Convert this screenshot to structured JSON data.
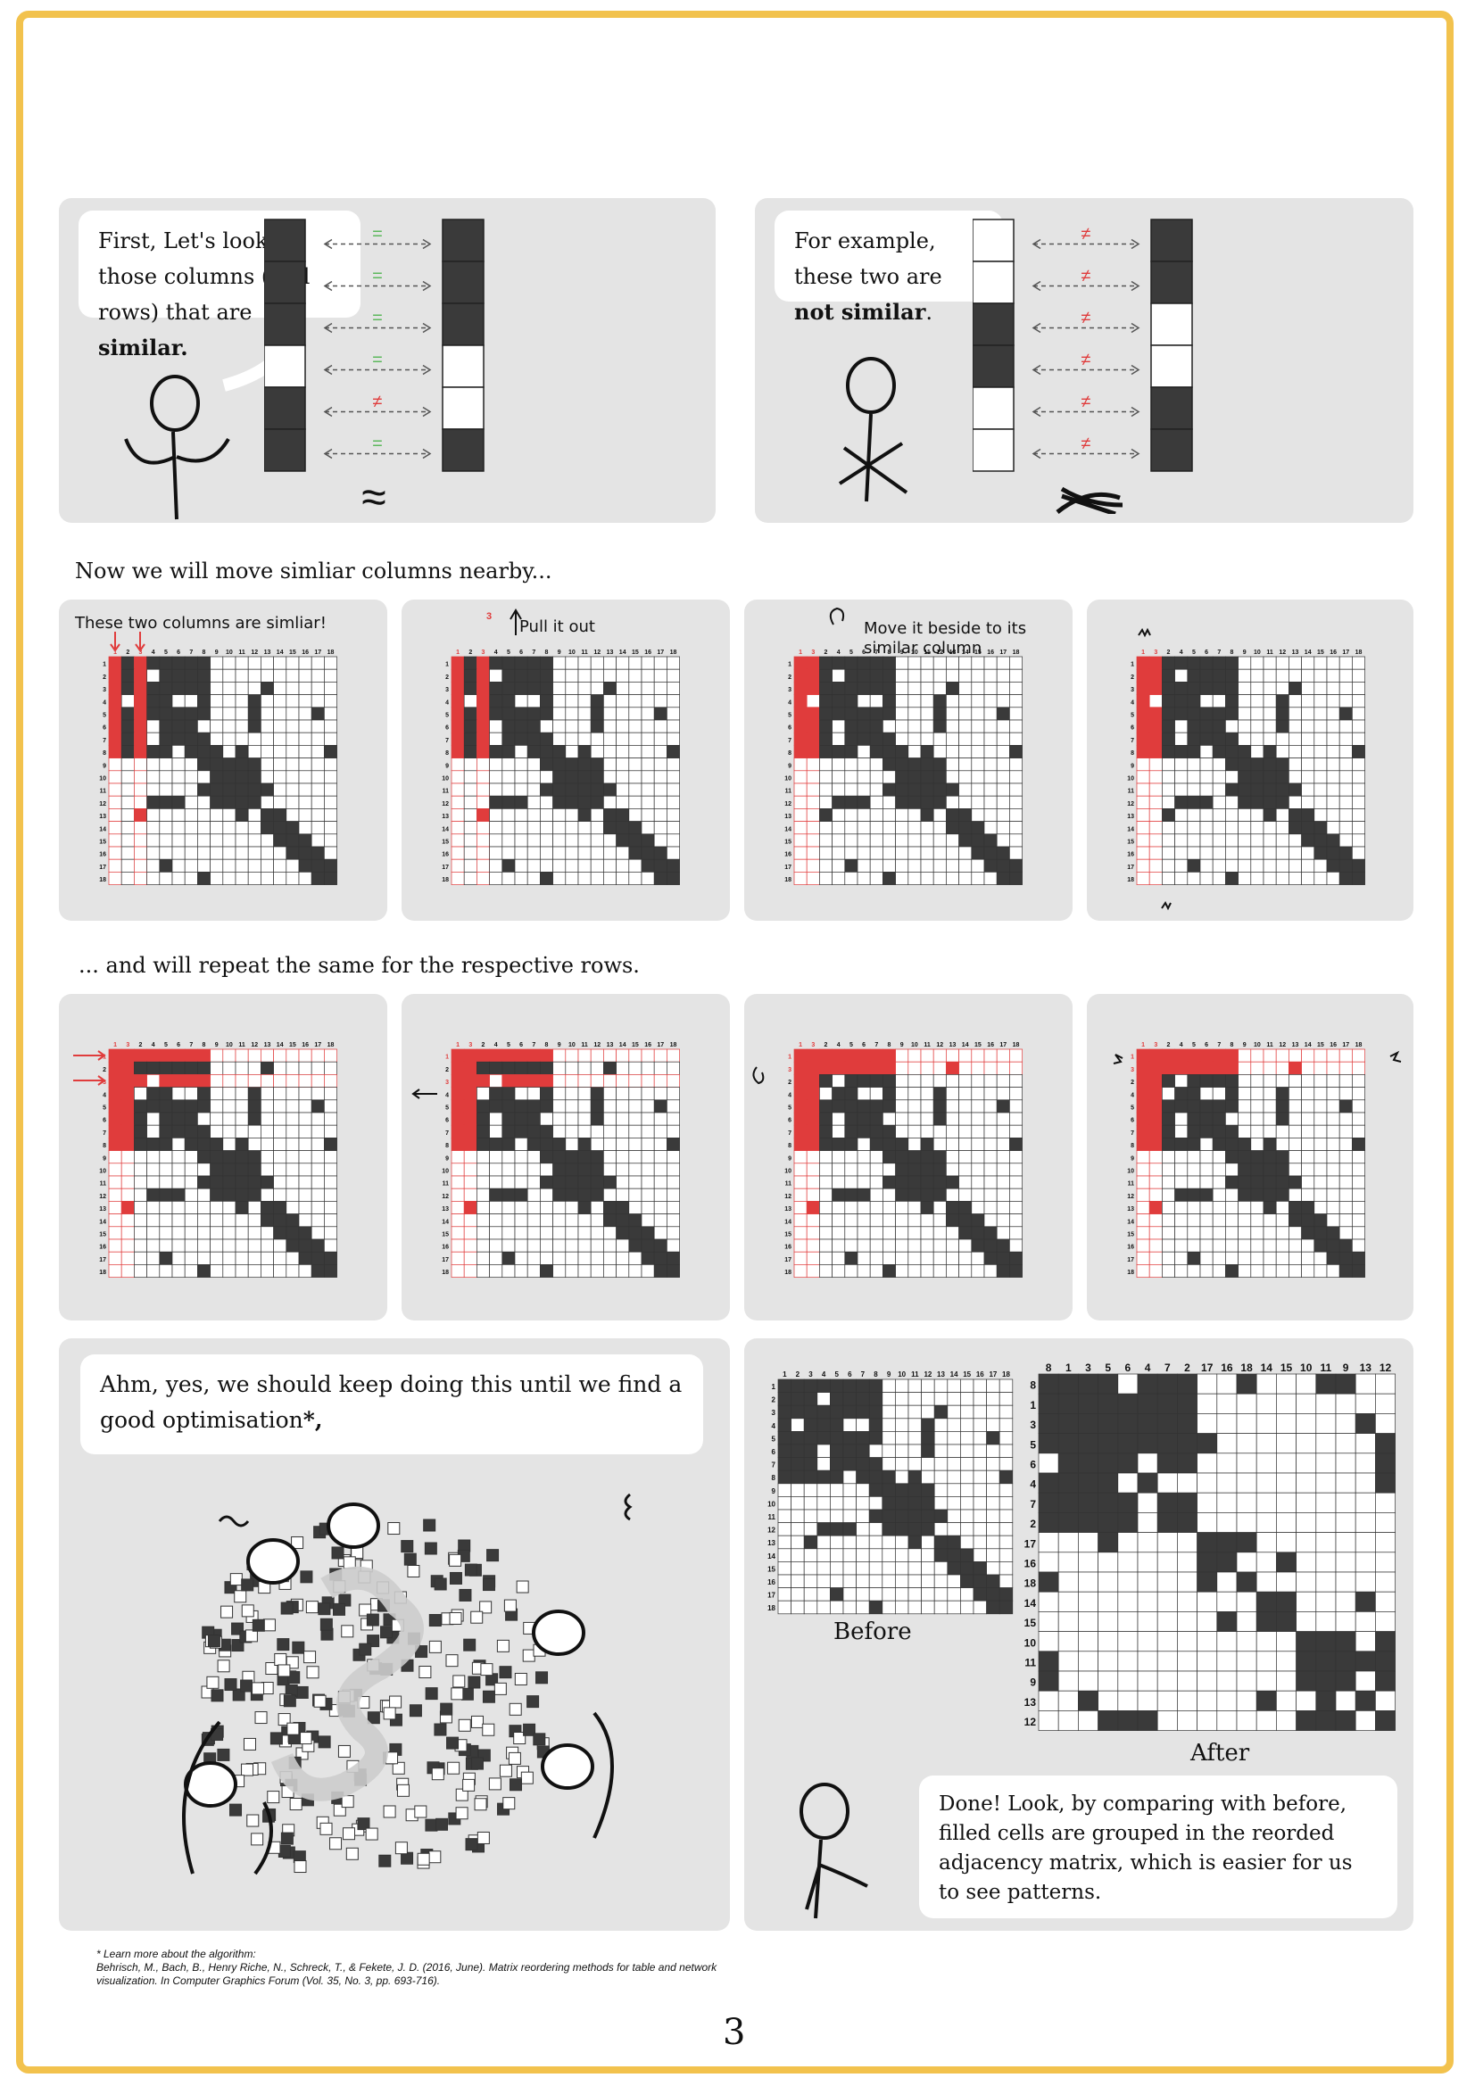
{
  "panel1": {
    "text_a": "First, Let's look at those columns (and rows) that are ",
    "text_b": "similar.",
    "equal": "=",
    "notequal": "≠",
    "approx": "≈"
  },
  "panel2": {
    "text_a": "For example, these two are ",
    "text_b": "not similar",
    "text_c": "."
  },
  "section1_caption": "Now we will move simliar columns nearby...",
  "section2_caption": "... and will repeat the same for the respective rows.",
  "step_captions": {
    "similar": "These two columns are simliar!",
    "pull": "Pull it out",
    "move": "Move it beside to its similar column"
  },
  "matrix": {
    "labels": [
      "1",
      "2",
      "3",
      "4",
      "5",
      "6",
      "7",
      "8",
      "9",
      "10",
      "11",
      "12",
      "13",
      "14",
      "15",
      "16",
      "17",
      "18"
    ],
    "reordered_labels": [
      "1",
      "3",
      "2",
      "4",
      "5",
      "6",
      "7",
      "8",
      "9",
      "10",
      "11",
      "12",
      "13",
      "14",
      "15",
      "16",
      "17",
      "18"
    ],
    "after_labels": [
      "8",
      "1",
      "3",
      "5",
      "6",
      "4",
      "7",
      "2",
      "17",
      "16",
      "18",
      "14",
      "15",
      "10",
      "11",
      "9",
      "13",
      "12"
    ],
    "filled": [
      [
        0,
        0
      ],
      [
        0,
        2
      ],
      [
        0,
        3
      ],
      [
        0,
        4
      ],
      [
        0,
        5
      ],
      [
        0,
        6
      ],
      [
        1,
        0
      ],
      [
        1,
        1
      ],
      [
        1,
        2
      ],
      [
        1,
        5
      ],
      [
        1,
        6
      ],
      [
        2,
        0
      ],
      [
        2,
        1
      ],
      [
        2,
        2
      ],
      [
        2,
        4
      ],
      [
        2,
        6
      ],
      [
        2,
        12
      ],
      [
        3,
        0
      ],
      [
        3,
        2
      ],
      [
        3,
        3
      ],
      [
        3,
        4
      ],
      [
        3,
        7
      ],
      [
        4,
        0
      ],
      [
        4,
        1
      ],
      [
        4,
        3
      ],
      [
        4,
        4
      ],
      [
        4,
        5
      ],
      [
        4,
        11
      ],
      [
        4,
        16
      ],
      [
        5,
        0
      ],
      [
        5,
        2
      ],
      [
        5,
        4
      ],
      [
        5,
        5
      ],
      [
        5,
        6
      ],
      [
        5,
        11
      ],
      [
        6,
        0
      ],
      [
        6,
        1
      ],
      [
        6,
        4
      ],
      [
        6,
        5
      ],
      [
        6,
        6
      ],
      [
        6,
        7
      ],
      [
        7,
        0
      ],
      [
        7,
        1
      ],
      [
        7,
        2
      ],
      [
        7,
        3
      ],
      [
        7,
        4
      ],
      [
        7,
        6
      ],
      [
        7,
        7
      ],
      [
        7,
        8
      ],
      [
        7,
        17
      ],
      [
        8,
        8
      ],
      [
        8,
        9
      ],
      [
        8,
        10
      ],
      [
        9,
        8
      ],
      [
        9,
        9
      ],
      [
        9,
        10
      ],
      [
        9,
        11
      ],
      [
        10,
        7
      ],
      [
        10,
        9
      ],
      [
        10,
        10
      ],
      [
        10,
        11
      ],
      [
        10,
        12
      ],
      [
        11,
        3
      ],
      [
        11,
        8
      ],
      [
        11,
        10
      ],
      [
        11,
        11
      ],
      [
        12,
        10
      ],
      [
        12,
        12
      ],
      [
        12,
        13
      ],
      [
        13,
        12
      ],
      [
        13,
        13
      ],
      [
        13,
        14
      ],
      [
        14,
        13
      ],
      [
        14,
        14
      ],
      [
        14,
        15
      ],
      [
        15,
        14
      ],
      [
        15,
        15
      ],
      [
        15,
        16
      ],
      [
        16,
        4
      ],
      [
        16,
        15
      ],
      [
        16,
        16
      ],
      [
        17,
        16
      ],
      [
        17,
        17
      ]
    ]
  },
  "before_label": "Before",
  "after_label": "After",
  "panel_opt": {
    "text_a": "Ahm, yes, we should keep doing this until we find a good optimisation",
    "text_b": "*,"
  },
  "panel_done": {
    "text": "Done! Look, by comparing with before, filled cells are grouped in the reorded adjacency matrix, which is easier for us to see patterns."
  },
  "footnote": {
    "line1": "* Learn more about the algorithm:",
    "line2": "Behrisch, M., Bach, B., Henry Riche, N., Schreck, T., & Fekete, J. D. (2016, June). Matrix reordering methods for table and network visualization. In Computer Graphics Forum (Vol. 35, No. 3, pp. 693-716)."
  },
  "page_number": "3",
  "colors": {
    "accent": "#e03c3c",
    "frame": "#f2c24d",
    "panel": "#e4e4e4",
    "filled": "#3a3a3a"
  }
}
